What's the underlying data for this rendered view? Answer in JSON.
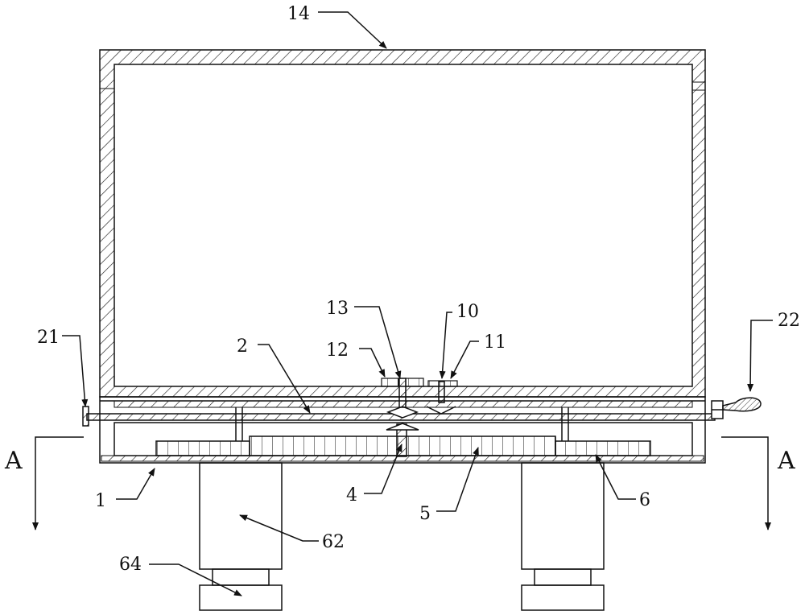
{
  "labels": {
    "l14": "14",
    "l13": "13",
    "l12": "12",
    "l10": "10",
    "l11": "11",
    "l21": "21",
    "l22": "22",
    "l2": "2",
    "l1": "1",
    "l4": "4",
    "l5": "5",
    "l6": "6",
    "l62": "62",
    "l64": "64"
  },
  "section": {
    "left": "A",
    "right": "A"
  }
}
